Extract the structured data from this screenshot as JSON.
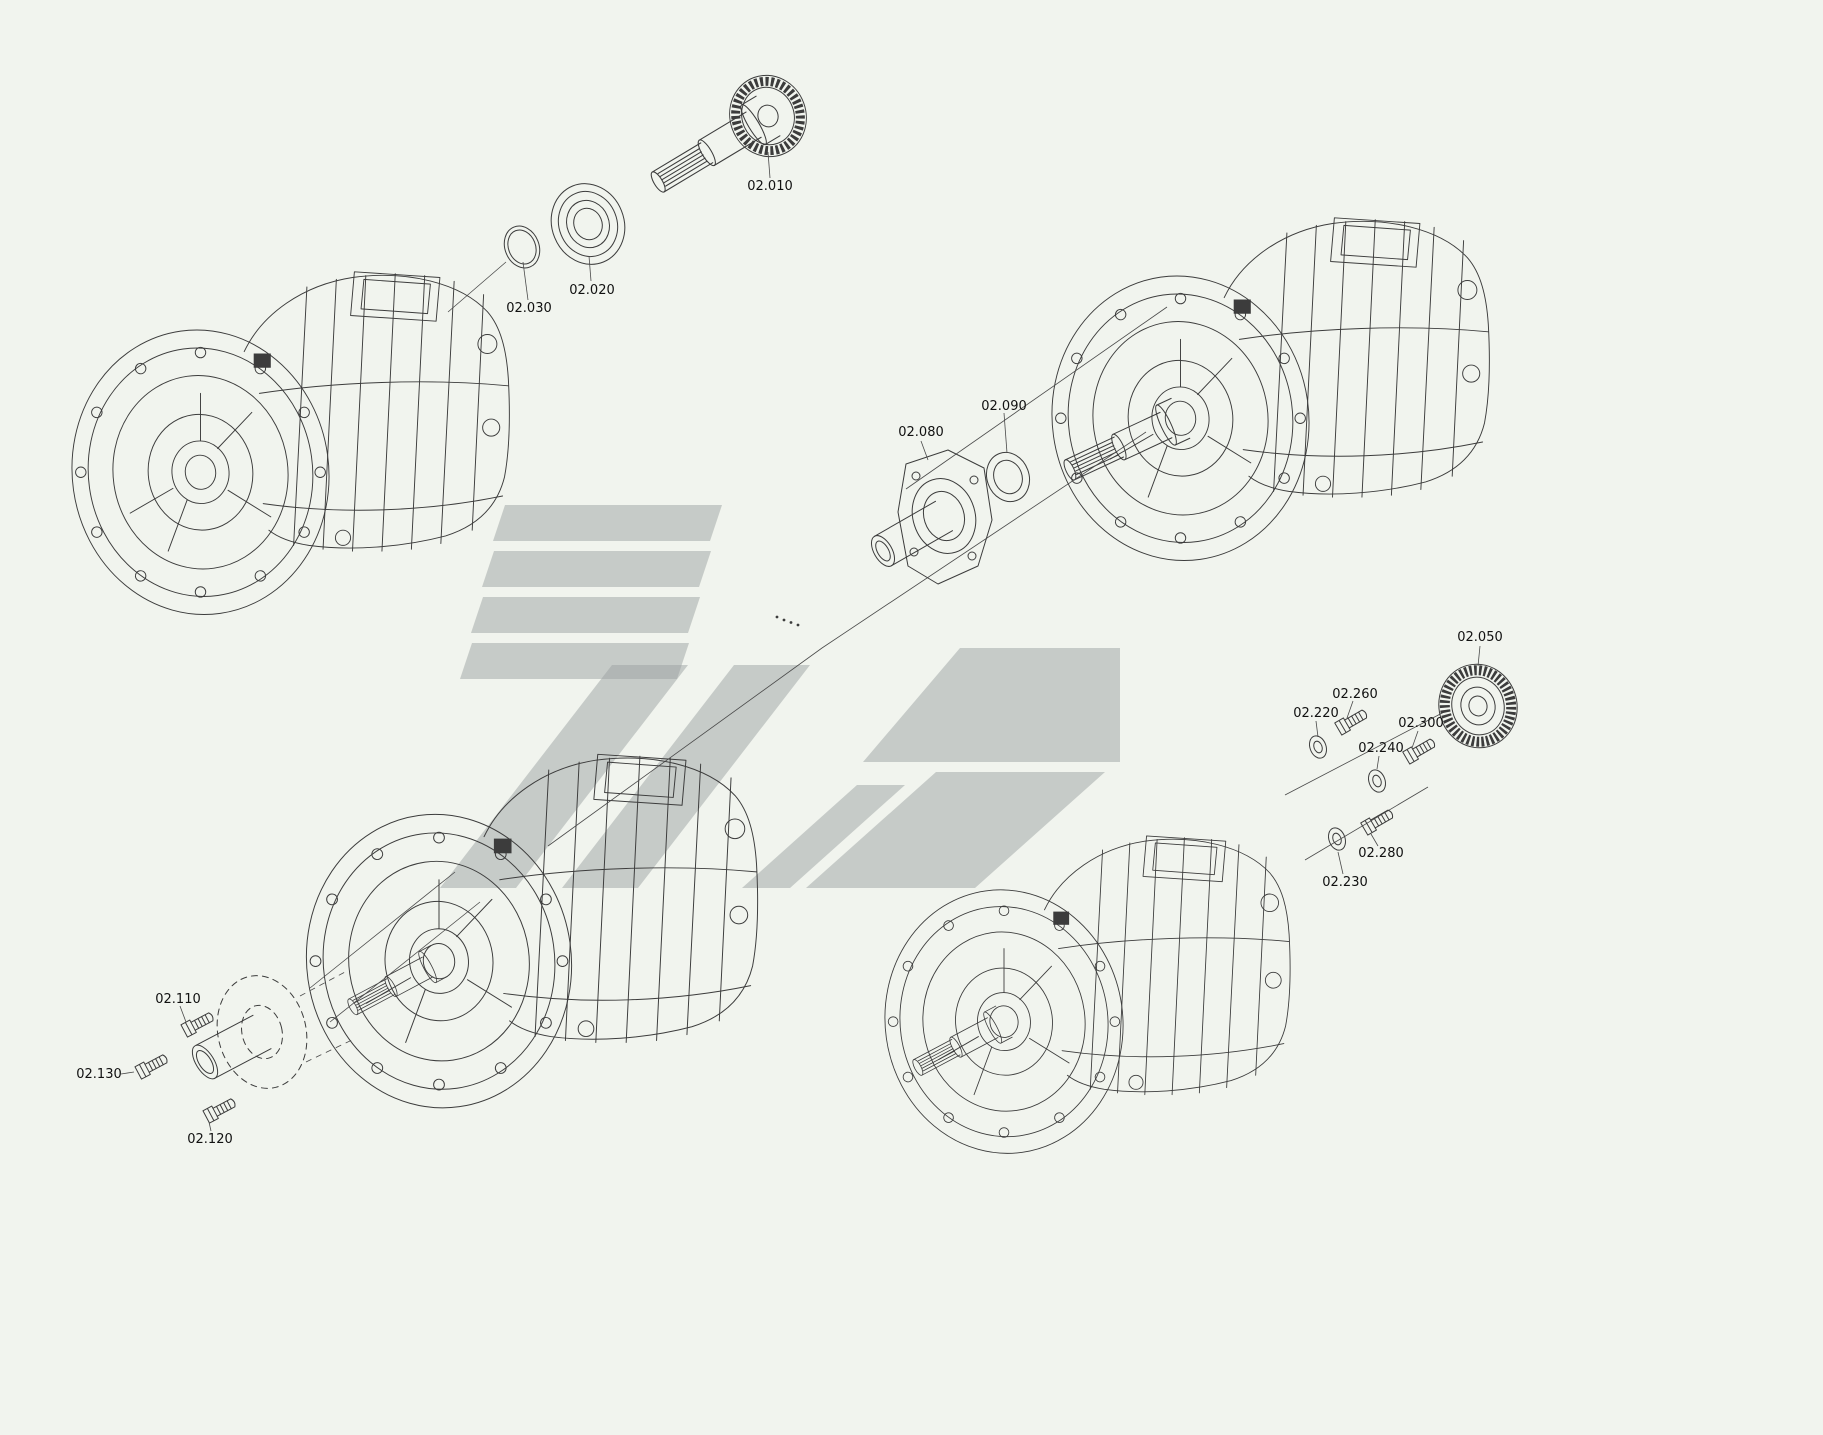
{
  "page": {
    "background_color": "#f1f4ee",
    "line_color": "#3c3c3c",
    "label_text_color": "#111111",
    "watermark_color": "#9ba1a1"
  },
  "diagram": {
    "kind": "exploded parts drawing of transmission gearbox (4 views)",
    "part_labels": [
      {
        "id": "02.010"
      },
      {
        "id": "02.020"
      },
      {
        "id": "02.030"
      },
      {
        "id": "02.080"
      },
      {
        "id": "02.090"
      },
      {
        "id": "02.050"
      },
      {
        "id": "02.260"
      },
      {
        "id": "02.220"
      },
      {
        "id": "02.240"
      },
      {
        "id": "02.300"
      },
      {
        "id": "02.280"
      },
      {
        "id": "02.230"
      },
      {
        "id": "02.110"
      },
      {
        "id": "02.130"
      },
      {
        "id": "02.120"
      }
    ]
  }
}
